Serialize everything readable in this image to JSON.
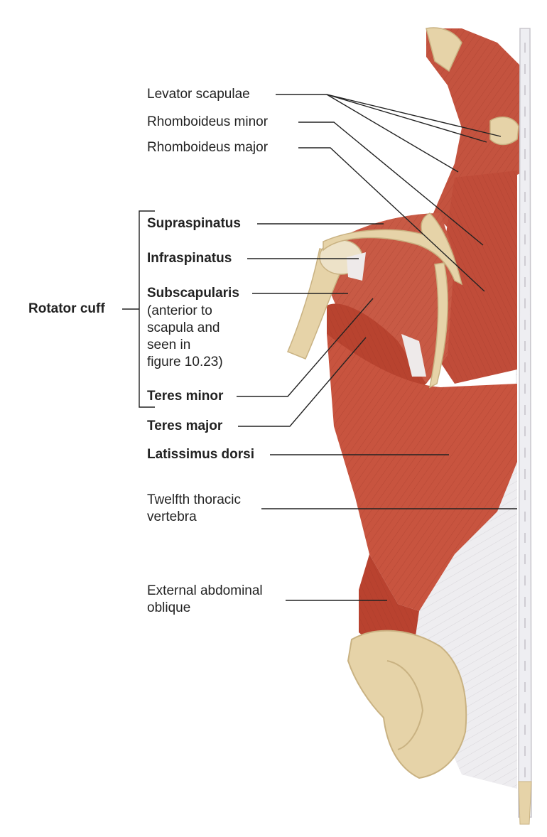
{
  "colors": {
    "muscle": "#c4533f",
    "muscle_light": "#d87662",
    "muscle_dark": "#9c3526",
    "tendon": "#ece9ea",
    "bone": "#e6d3a8",
    "bone_shadow": "#c9b282",
    "leader": "#222222"
  },
  "labels": {
    "levator_scapulae": "Levator scapulae",
    "rhomboideus_minor": "Rhomboideus minor",
    "rhomboideus_major": "Rhomboideus major",
    "supraspinatus": "Supraspinatus",
    "infraspinatus": "Infraspinatus",
    "subscapularis": "Subscapularis",
    "subscapularis_note": [
      "(anterior to",
      "scapula and",
      "seen in",
      "figure 10.23)"
    ],
    "teres_minor": "Teres minor",
    "teres_major": "Teres major",
    "latissimus_dorsi": "Latissimus dorsi",
    "twelfth_thoracic_vertebra": [
      "Twelfth thoracic",
      "vertebra"
    ],
    "external_abdominal_oblique": [
      "External abdominal",
      "oblique"
    ],
    "rotator_cuff": "Rotator cuff"
  }
}
